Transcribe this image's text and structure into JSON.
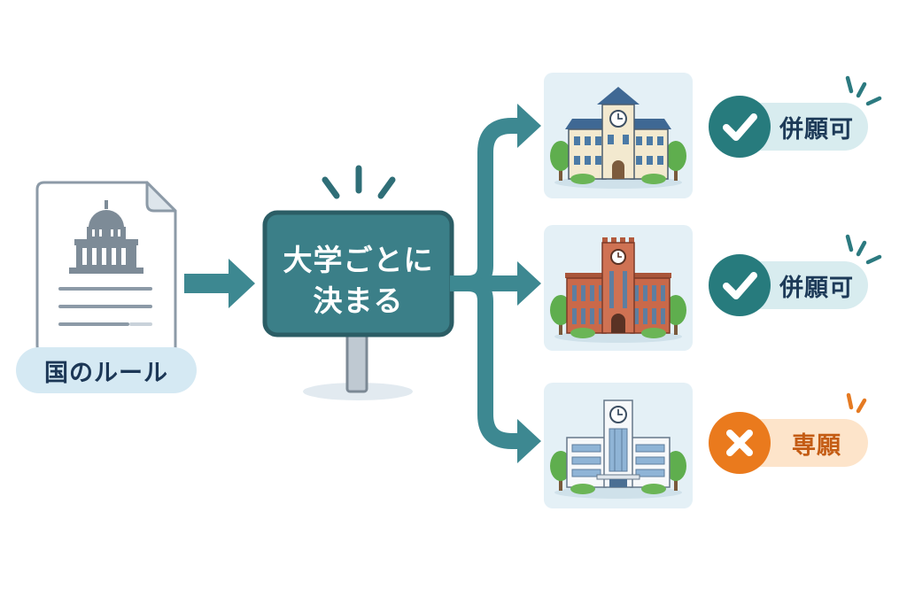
{
  "source": {
    "icon": "government-building-icon",
    "label": "国のルール"
  },
  "sign": {
    "line1": "大学ごとに",
    "line2": "決まる"
  },
  "universities": [
    {
      "building_icon": "classical-university-building-icon",
      "status_icon": "check-icon",
      "status_label": "併願可",
      "accent": "#277b7d",
      "badge_bg": "#d8ecef",
      "label_color": "#1d3a58"
    },
    {
      "building_icon": "brick-clock-tower-university-icon",
      "status_icon": "check-icon",
      "status_label": "併願可",
      "accent": "#277b7d",
      "badge_bg": "#d8ecef",
      "label_color": "#1d3a58"
    },
    {
      "building_icon": "modern-university-building-icon",
      "status_icon": "cross-icon",
      "status_label": "専願",
      "accent": "#ea7a1d",
      "badge_bg": "#fde4ca",
      "label_color": "#c45c14"
    }
  ],
  "colors": {
    "arrow": "#3d8891",
    "sign_fill": "#3b7f88",
    "sign_border": "#2b5d65",
    "label_pill_bg": "#d5e9f3",
    "label_text": "#1c3756",
    "card_bg": "#e4f0f6"
  }
}
